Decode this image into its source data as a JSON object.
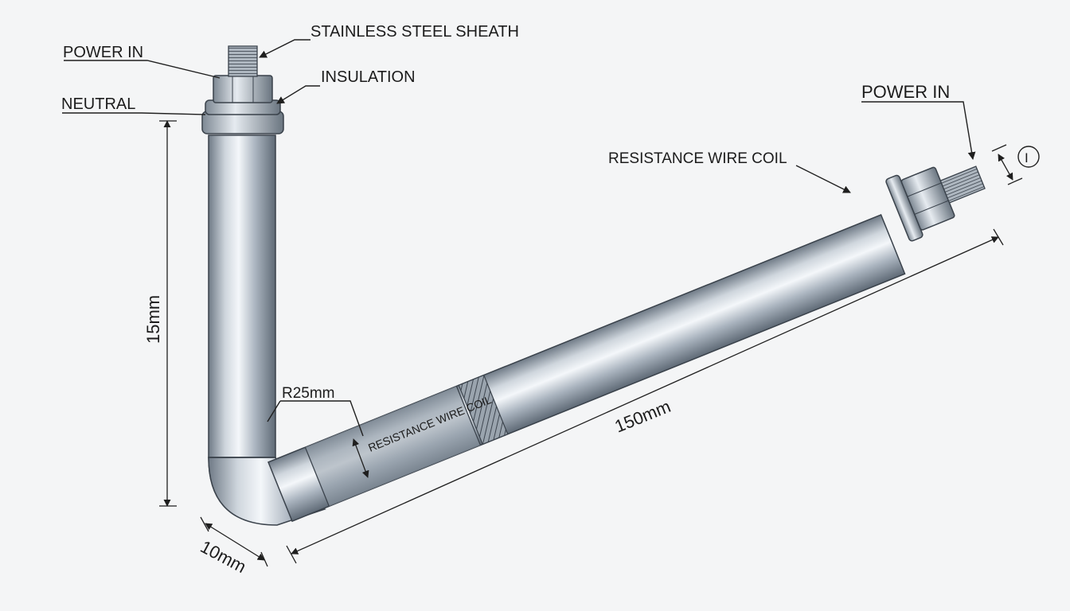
{
  "labels": {
    "stainless_steel_sheath": "STAINLESS STEEL SHEATH",
    "power_in_left": "POWER IN",
    "insulation": "INSULATION",
    "neutral": "NEUTRAL",
    "power_in_right": "POWER IN",
    "resistance_wire_coil_top": "RESISTANCE WIRE COIL",
    "resistance_wire_coil_inner": "RESISTANCE WIRE COIL",
    "terminal_symbol": "I"
  },
  "dimensions": {
    "vertical_length": "15mm",
    "horizontal_length": "150mm",
    "bend_radius": "R25mm",
    "diameter": "10mm"
  },
  "colors": {
    "background": "#f4f5f6",
    "steel_dark": "#6f7a86",
    "steel_mid": "#b7c0ca",
    "steel_light": "#eef2f6",
    "line": "#1f1f1f"
  }
}
